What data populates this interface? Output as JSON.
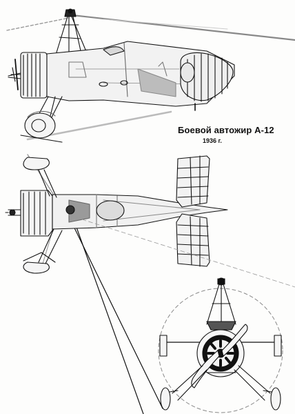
{
  "caption": {
    "title": "Боевой автожир А-12",
    "year": "1936 г."
  },
  "views": [
    "side-view",
    "top-view",
    "front-view"
  ],
  "colors": {
    "line": "#111111",
    "shade": "#9a9a9a",
    "background": "#fdfdfc"
  }
}
